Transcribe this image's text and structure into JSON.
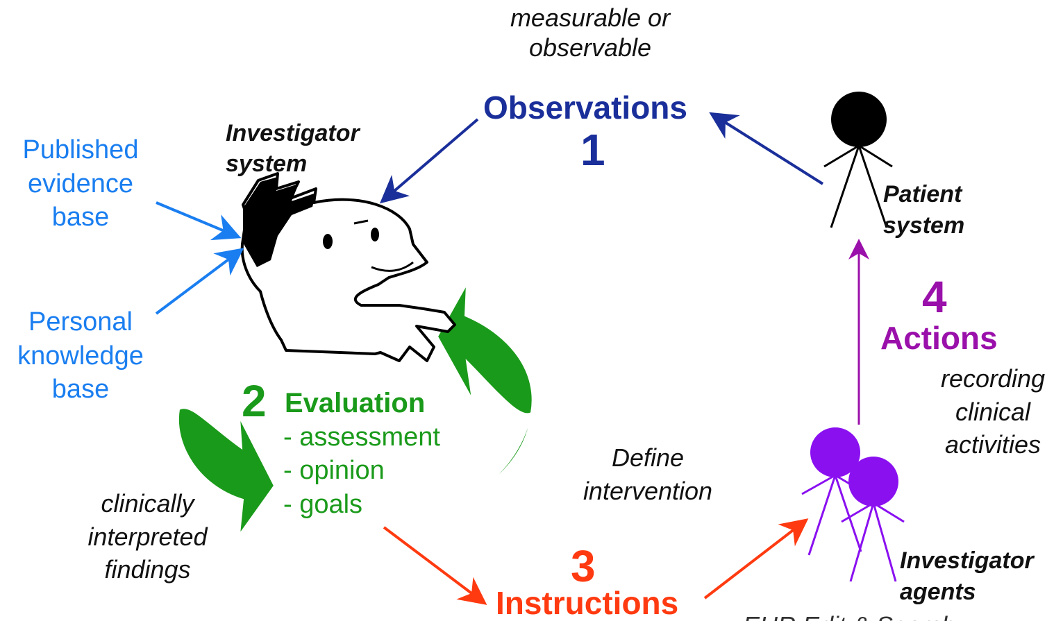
{
  "observations": {
    "caption_line1": "measurable or",
    "caption_line2": "observable",
    "title": "Observations",
    "number": "1",
    "color": "#1a2f9a"
  },
  "investigator_system": {
    "line1": "Investigator",
    "line2": "system"
  },
  "published_evidence": {
    "line1": "Published",
    "line2": "evidence",
    "line3": "base",
    "color": "#1a7ef0"
  },
  "personal_knowledge": {
    "line1": "Personal",
    "line2": "knowledge",
    "line3": "base"
  },
  "evaluation": {
    "number": "2",
    "title": "Evaluation",
    "items": [
      "- assessment",
      "- opinion",
      "- goals"
    ],
    "color": "#1a9a1a"
  },
  "clinical_findings": {
    "line1": "clinically",
    "line2": "interpreted",
    "line3": "findings"
  },
  "define_intervention": {
    "line1": "Define",
    "line2": "intervention"
  },
  "instructions": {
    "number": "3",
    "title": "Instructions",
    "color": "#ff3a10"
  },
  "actions": {
    "number": "4",
    "title": "Actions",
    "caption_line1": "recording",
    "caption_line2": "clinical",
    "caption_line3": "activities",
    "color": "#9a10aa"
  },
  "patient_system": {
    "line1": "Patient",
    "line2": "system"
  },
  "investigator_agents": {
    "line1": "Investigator",
    "line2": "agents",
    "figure_color": "#8a10f0"
  },
  "footer_partial": "EHR Edit & Search"
}
